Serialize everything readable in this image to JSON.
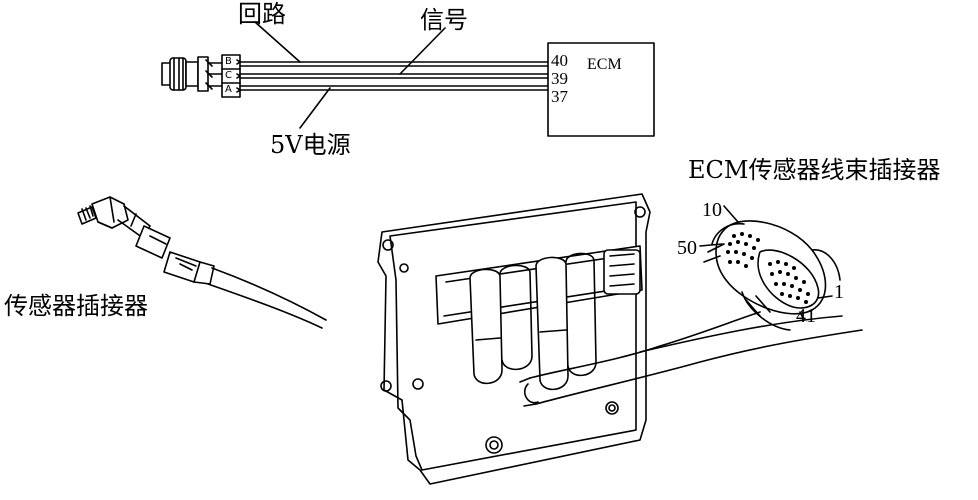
{
  "schematic": {
    "wire_labels": {
      "return": "回路",
      "signal": "信号",
      "supply": "5V电源"
    },
    "connector_pins": [
      "B",
      "C",
      "A"
    ],
    "ecm_box": {
      "title": "ECM",
      "pins": [
        "40",
        "39",
        "37"
      ]
    }
  },
  "illustration": {
    "sensor_connector_label": "传感器插接器",
    "ecm_harness_connector_label": "ECM传感器线束插接器",
    "pin_numbers": {
      "top_left": "10",
      "left": "50",
      "right": "1",
      "bottom": "41"
    }
  }
}
